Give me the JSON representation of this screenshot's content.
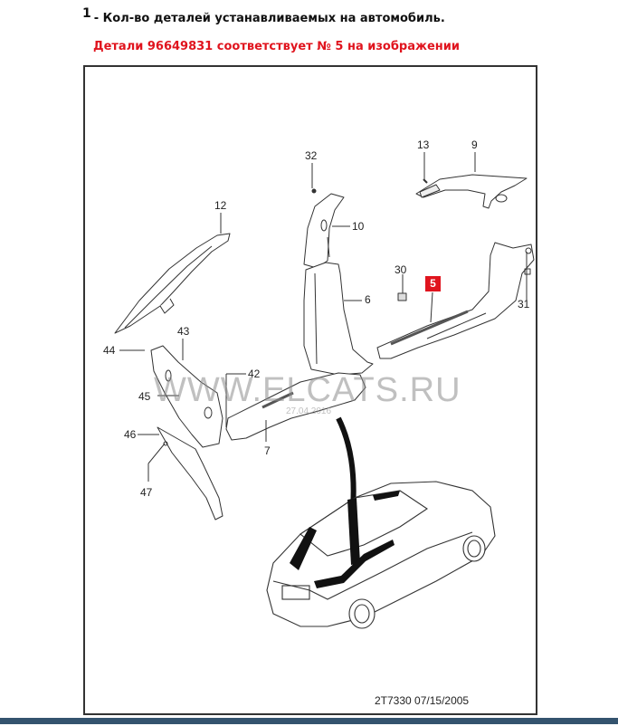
{
  "header": {
    "footnote_number": "1",
    "footnote_text": "- Кол-во деталей устанавливаемых на автомобиль.",
    "highlight_text": "Детали 96649831 соответствует № 5 на изображении",
    "highlight_color": "#e0141e"
  },
  "diagram": {
    "highlighted_part": "5",
    "callouts": [
      {
        "id": "32",
        "label": "32"
      },
      {
        "id": "13",
        "label": "13"
      },
      {
        "id": "9",
        "label": "9"
      },
      {
        "id": "12",
        "label": "12"
      },
      {
        "id": "10",
        "label": "10"
      },
      {
        "id": "30",
        "label": "30"
      },
      {
        "id": "5",
        "label": "5"
      },
      {
        "id": "31",
        "label": "31"
      },
      {
        "id": "6",
        "label": "6"
      },
      {
        "id": "43",
        "label": "43"
      },
      {
        "id": "44",
        "label": "44"
      },
      {
        "id": "42",
        "label": "42"
      },
      {
        "id": "45",
        "label": "45"
      },
      {
        "id": "46",
        "label": "46"
      },
      {
        "id": "7",
        "label": "7"
      },
      {
        "id": "47",
        "label": "47"
      }
    ],
    "watermark": "WWW.ELCATS.RU",
    "watermark_date": "27.04.2016",
    "drawing_code": "2T7330  07/15/2005"
  },
  "colors": {
    "frame_border": "#333333",
    "bottom_bar": "#34536e"
  }
}
